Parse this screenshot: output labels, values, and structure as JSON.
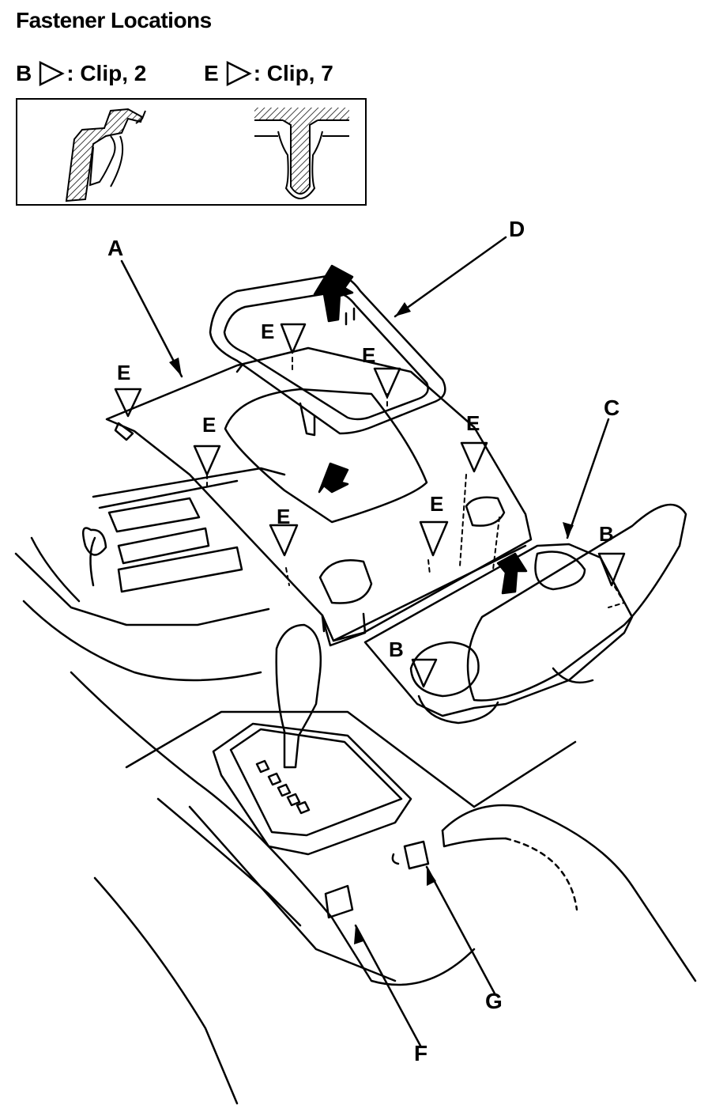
{
  "title": "Fastener Locations",
  "legend": [
    {
      "code": "B",
      "text": ": Clip, 2"
    },
    {
      "code": "E",
      "text": ": Clip, 7"
    }
  ],
  "callouts": [
    "A",
    "D",
    "C",
    "F",
    "G"
  ],
  "clip_markers": {
    "e": "E",
    "b": "B"
  },
  "colors": {
    "ink": "#000000",
    "paper": "#ffffff"
  }
}
